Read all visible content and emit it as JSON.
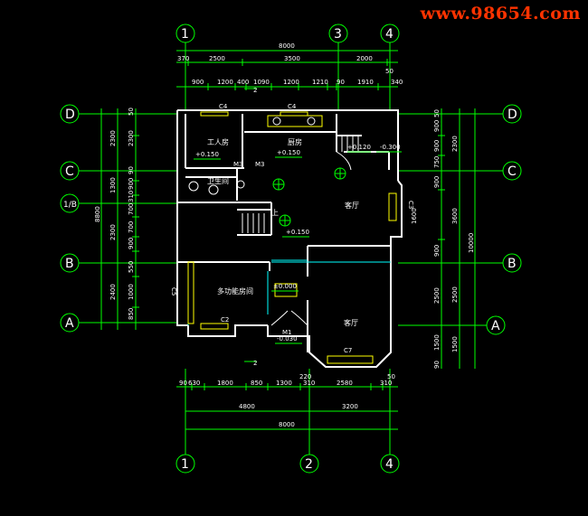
{
  "watermark": "www.98654.com",
  "colors": {
    "background": "#000000",
    "dims": "#00ff00",
    "walls": "#ffffff",
    "windows": "#00ffff",
    "furniture": "#ffff00",
    "watermark": "#ff3300"
  },
  "axes": {
    "a1": "1",
    "a3": "3",
    "a4": "4",
    "a2": "2",
    "rD": "D",
    "rC": "C",
    "rB": "B",
    "rA": "A",
    "rDiv": "1/B"
  },
  "top_dims": {
    "total": "8000",
    "row1": [
      "370",
      "2500",
      "3500",
      "2000",
      "50"
    ],
    "row2": [
      "900",
      "1200",
      "400",
      "1090",
      "1200",
      "1210",
      "90",
      "1910",
      "340"
    ]
  },
  "bottom_dims": {
    "row1": [
      "90",
      "630",
      "1800",
      "850",
      "1300",
      "310",
      "2580",
      "310"
    ],
    "extra": [
      "220",
      "50"
    ],
    "row2": [
      "4800",
      "3200"
    ],
    "total": "8000"
  },
  "left_dims": {
    "total": "8800",
    "outer": [
      "2300",
      "1300",
      "2300",
      "2400"
    ],
    "inner": [
      "50",
      "2300",
      "90",
      "900",
      "310",
      "700",
      "700",
      "900",
      "550",
      "1000",
      "850"
    ]
  },
  "right_dims": {
    "total": "10000",
    "outer": [
      "2300",
      "3600",
      "2500",
      "1500"
    ],
    "inner": [
      "50",
      "900",
      "900",
      "750",
      "900",
      "900",
      "2500",
      "1500",
      "90"
    ],
    "extra": "1600"
  },
  "rooms": {
    "servant": "工人房",
    "kitchen": "厨房",
    "bathroom": "卫生间",
    "hall": "客厅",
    "multi": "多功能房间",
    "living": "客厅"
  },
  "elevations": [
    "+0.150",
    "+0.150",
    "+0.120",
    "-0.300",
    "+0.150",
    "±0.000",
    "-0.030"
  ],
  "tags": {
    "c4a": "C4",
    "c4b": "C4",
    "c2": "C2",
    "c7": "C7",
    "m3a": "M3",
    "m3b": "M3",
    "m1": "M1",
    "c3": "C3",
    "c5": "C5",
    "up": "上",
    "sec": "2"
  }
}
